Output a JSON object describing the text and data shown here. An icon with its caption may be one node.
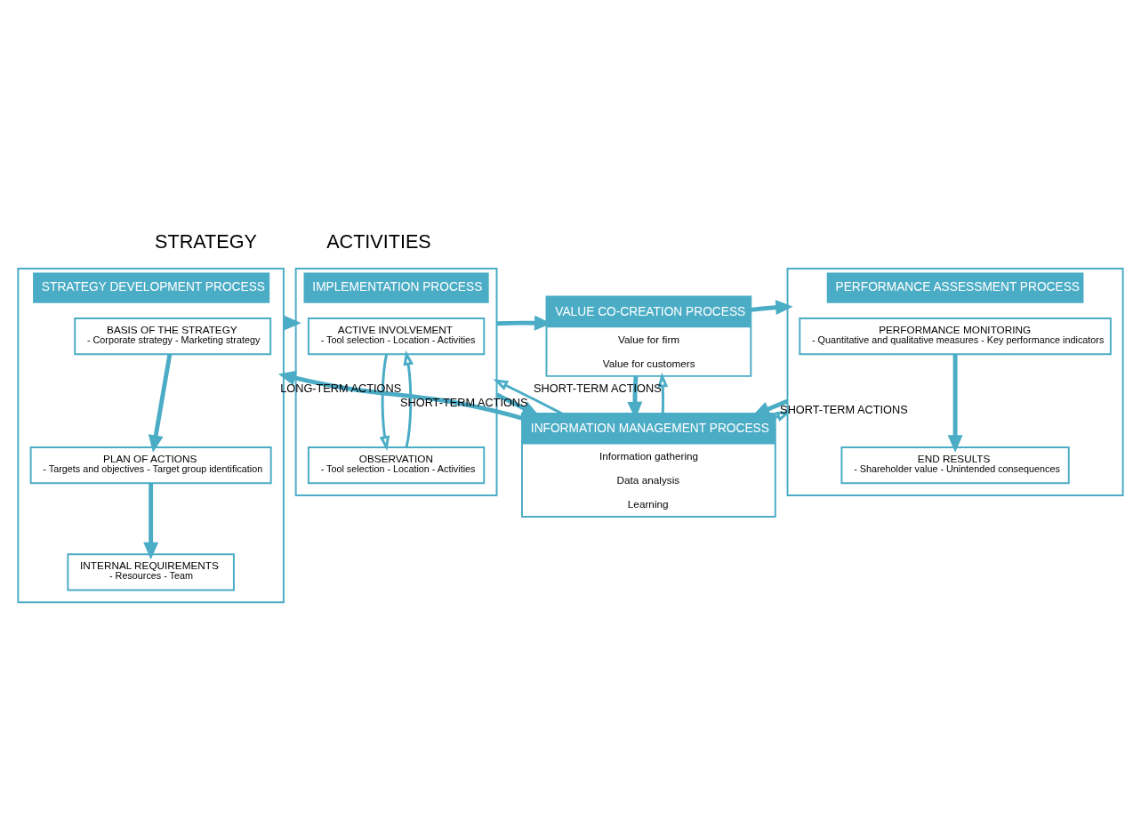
{
  "diagram": {
    "nodes": [
      {
        "text": [
          "STRATEGY DEVELOPMENT PROCESS"
        ]
      },
      {
        "text": [
          "BASIS OF THE STRATEGY",
          "- Corporate strategy - Marketing strategy"
        ],
        "in": 0
      },
      {
        "text": [
          "PLAN OF ACTIONS",
          "- Targets and objectives - Target group identification"
        ],
        "in": 0
      },
      {
        "text": [
          "INTERNAL REQUIREMENTS",
          "- Resources - Team"
        ],
        "in": 0
      },
      {
        "text": [
          "IMPLEMENTATION PROCESS"
        ]
      },
      {
        "text": [
          "ACTIVE INVOLVEMENT",
          "- Tool selection - Location - Activities"
        ],
        "in": 4
      },
      {
        "text": [
          "OBSERVATION",
          "- Tool selection - Location - Activities"
        ],
        "in": 4
      },
      {
        "text": [
          "VALUE CO-CREATION PROCESS",
          "Value for firm",
          "Value for customers"
        ]
      },
      {
        "text": [
          "PERFORMANCE ASSESSMENT PROCESS"
        ]
      },
      {
        "text": [
          "PERFORMANCE MONITORING",
          "- Quantitative and qualitative measures - Key performance indicators"
        ],
        "in": 8
      },
      {
        "text": [
          "END RESULTS",
          "- Shareholder value - Unintended consequences"
        ],
        "in": 8
      },
      {
        "text": [
          "INFORMATION MANAGEMENT PROCESS",
          "Information gathering",
          "Data analysis",
          "Learning"
        ]
      }
    ],
    "edges": [
      {
        "from": 1,
        "to": 2,
        "arrow": "to"
      },
      {
        "from": 2,
        "to": 3,
        "arrow": "to"
      },
      {
        "from": 0,
        "to": 4,
        "arrow": "to"
      },
      {
        "from": 5,
        "to": 6,
        "arrow": "to"
      },
      {
        "from": 6,
        "to": 5,
        "arrow": "to"
      },
      {
        "from": 4,
        "to": 7,
        "arrow": "to"
      },
      {
        "from": 7,
        "to": 8,
        "arrow": "to"
      },
      {
        "from": 9,
        "to": 10,
        "arrow": "to"
      },
      {
        "from": 4,
        "to": 11,
        "arrow": "to"
      },
      {
        "from": 11,
        "to": 4,
        "arrow": "to",
        "label": "SHORT-TERM ACTIONS"
      },
      {
        "from": 7,
        "to": 11,
        "arrow": "to"
      },
      {
        "from": 11,
        "to": 7,
        "arrow": "to",
        "label": "SHORT-TERM ACTIONS"
      },
      {
        "from": 8,
        "to": 11,
        "arrow": "to"
      },
      {
        "from": 11,
        "to": 8,
        "arrow": "to",
        "label": "SHORT-TERM ACTIONS"
      },
      {
        "from": 11,
        "to": 0,
        "arrow": "to",
        "label": "LONG-TERM ACTIONS"
      }
    ],
    "labels": [
      "STRATEGY",
      "ACTIVITIES"
    ]
  }
}
